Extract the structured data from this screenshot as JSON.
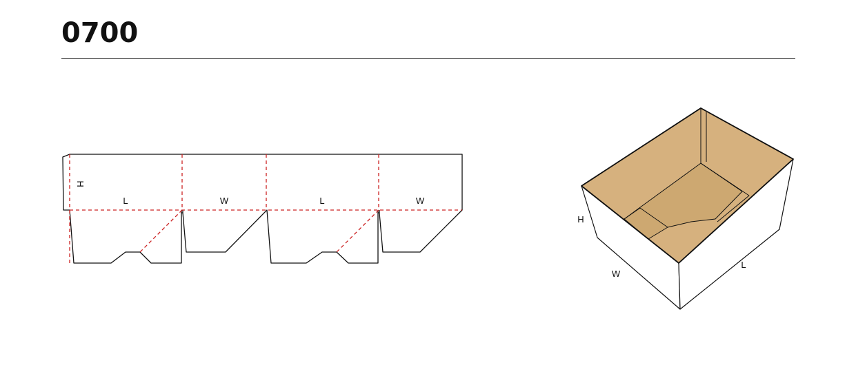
{
  "title": "0700",
  "colors": {
    "cut": "#111111",
    "fold": "#cc2222",
    "board": "#d6b17e",
    "board_shade": "#c9a16b"
  },
  "dieline": {
    "panel_labels": [
      "L",
      "W",
      "L",
      "W"
    ],
    "height_label": "H"
  },
  "box3d": {
    "h_label": "H",
    "w_label": "W",
    "l_label": "L"
  }
}
